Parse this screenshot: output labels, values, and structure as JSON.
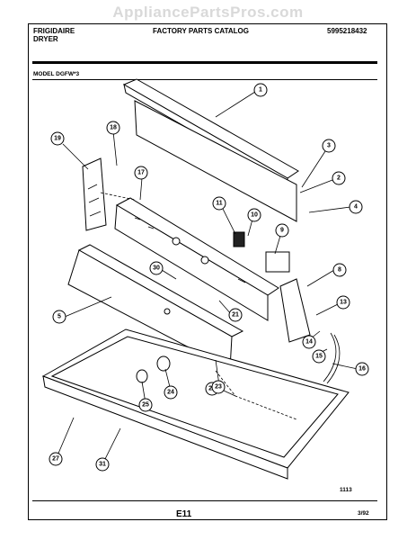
{
  "watermark": "AppliancePartsPros.com",
  "header": {
    "brand_line1": "FRIGIDAIRE",
    "brand_line2": "DRYER",
    "catalog": "FACTORY PARTS CATALOG",
    "part_number": "5995218432"
  },
  "model": "MODEL DGFW*3",
  "callouts": [
    "1",
    "2",
    "3",
    "4",
    "5",
    "8",
    "9",
    "10",
    "11",
    "13",
    "14",
    "15",
    "16",
    "17",
    "18",
    "19",
    "21",
    "22",
    "23",
    "24",
    "25",
    "27",
    "30",
    "31"
  ],
  "footer": {
    "page_code": "E11",
    "sheet": "1113",
    "date": "3/92"
  }
}
